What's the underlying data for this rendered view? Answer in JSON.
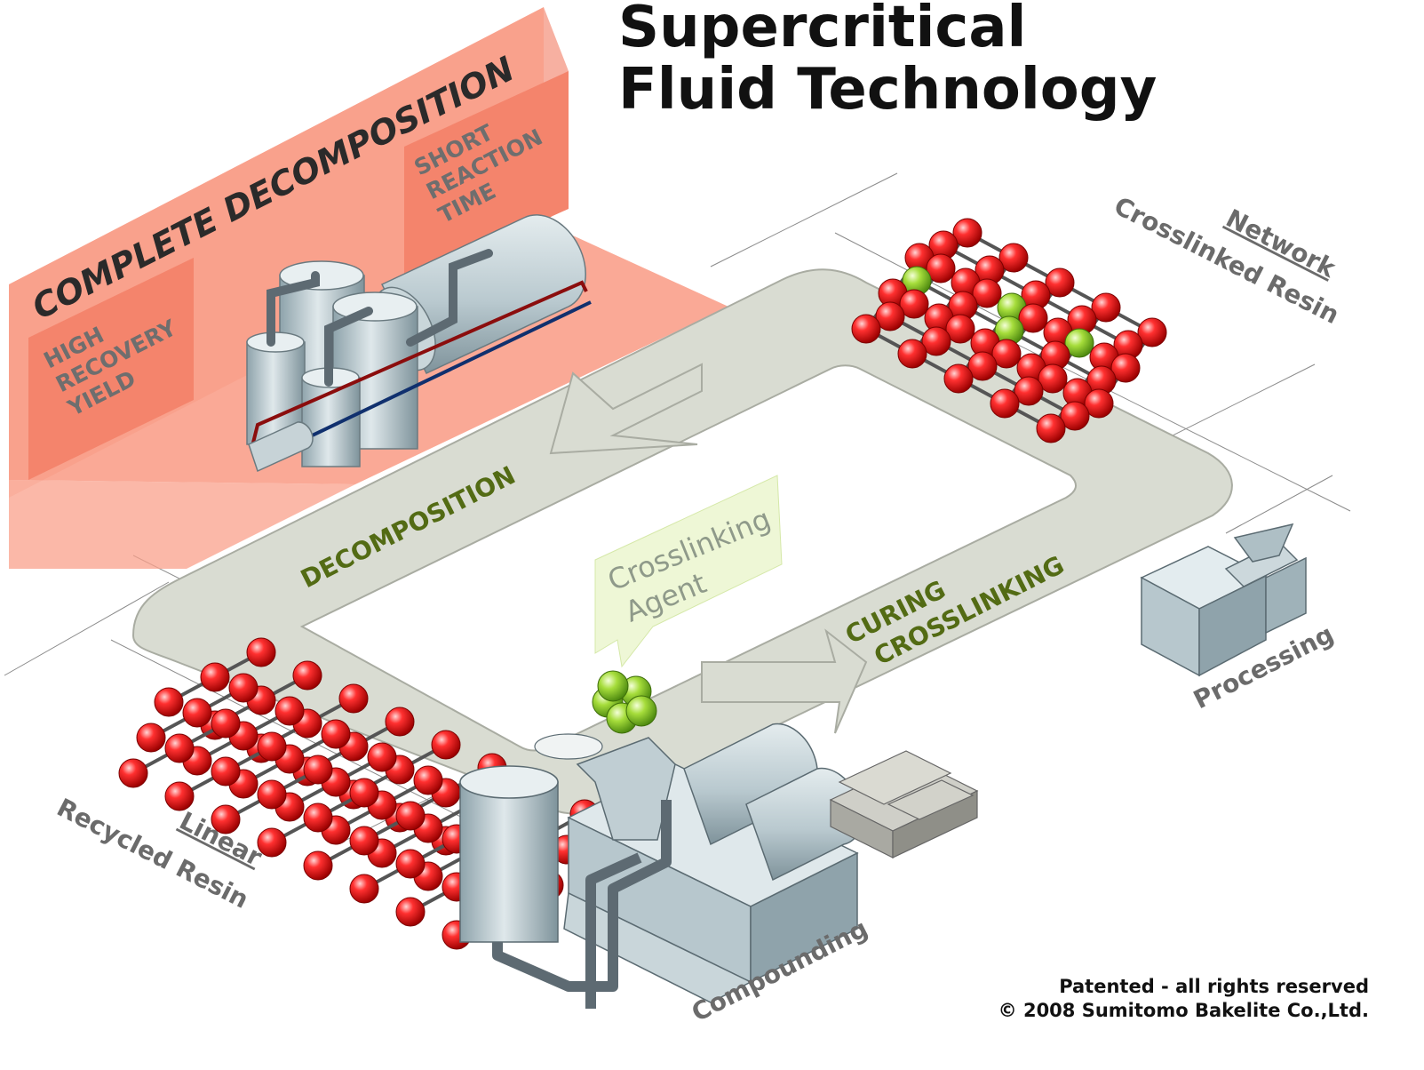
{
  "title": {
    "line1": "Supercritical",
    "line2": "Fluid Technology"
  },
  "panel": {
    "heading": "COMPLETE DECOMPOSITION",
    "left_box": [
      "HIGH",
      "RECOVERY",
      "YIELD"
    ],
    "right_box": [
      "SHORT",
      "REACTION",
      "TIME"
    ]
  },
  "loop": {
    "decomposition_label": "DECOMPOSITION",
    "curing_label": [
      "CURING",
      "CROSSLINKING"
    ]
  },
  "callout": {
    "lines": [
      "Crosslinking",
      "Agent"
    ]
  },
  "labels": {
    "network_top": "Network",
    "network_bottom": "Crosslinked Resin",
    "linear_top": "Linear",
    "linear_bottom": "Recycled Resin",
    "processing": "Processing",
    "compounding": "Compounding"
  },
  "footer": {
    "line1": "Patented - all rights reserved",
    "line2": "© 2008 Sumitomo Bakelite Co.,Ltd."
  },
  "colors": {
    "panel_fill": "#f9a08b",
    "panel_edge": "#f27b63",
    "track_fill": "#d9dcd2",
    "track_edge": "#a9aca2",
    "label_green": "#536b14",
    "red_atom": "#e01010",
    "green_atom": "#8fcf2a",
    "bond": "#555555",
    "machine": "#b7c7cd",
    "pipe": "#5d6a72"
  },
  "icons": [
    "reactor-icon",
    "compounder-icon",
    "injection-molder-icon",
    "bag-pallet-icon"
  ]
}
